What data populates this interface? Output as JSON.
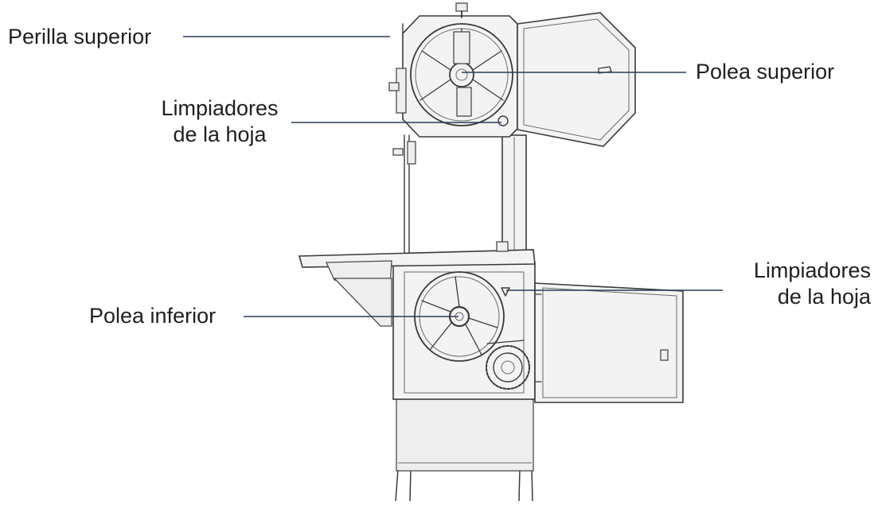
{
  "labels": {
    "perilla_superior": "Perilla superior",
    "polea_superior": "Polea superior",
    "limpiadores_top_line1": "Limpiadores",
    "limpiadores_top_line2": "de la hoja",
    "limpiadores_right_line1": "Limpiadores",
    "limpiadores_right_line2": "de la hoja",
    "polea_inferior": "Polea inferior"
  },
  "colors": {
    "leader_line": "#2d3a5a",
    "sketch_stroke": "#3a3a3a",
    "label_text": "#1f1f1f"
  }
}
